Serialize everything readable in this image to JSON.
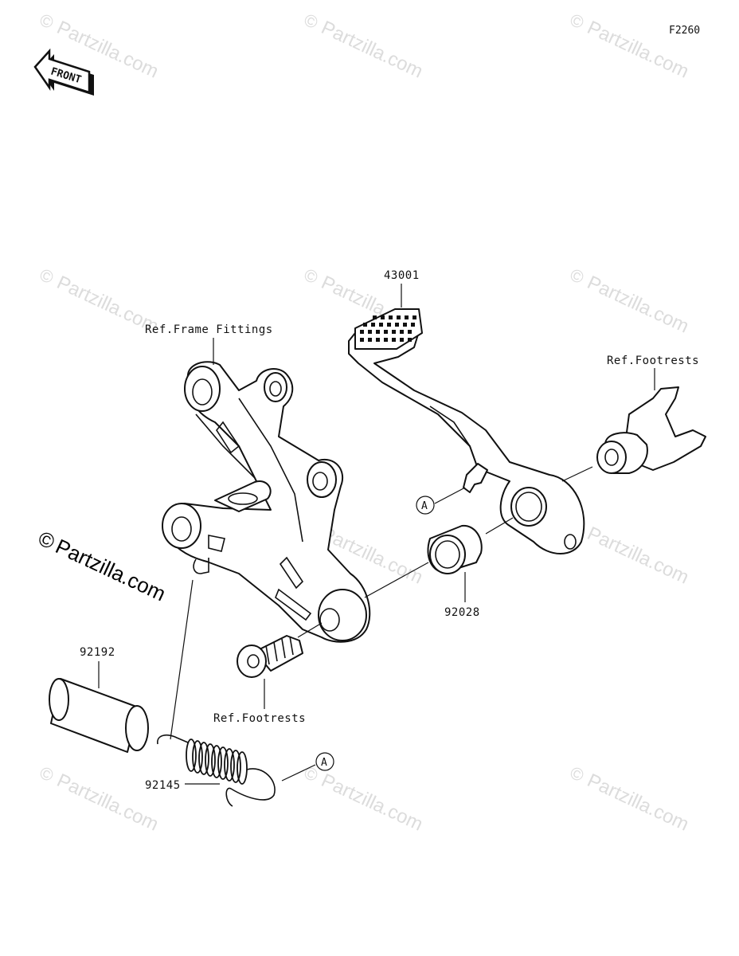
{
  "figure_code": "F2260",
  "front_label": "FRONT",
  "brand": {
    "copyright_symbol": "©",
    "name": "Partzilla.com"
  },
  "watermark_text": "Partzilla.com",
  "callout_letter": "A",
  "labels": {
    "ref_frame_fittings": "Ref.Frame Fittings",
    "part_43001": "43001",
    "ref_footrests_upper": "Ref.Footrests",
    "part_92028": "92028",
    "part_92192": "92192",
    "ref_footrests_lower": "Ref.Footrests",
    "part_92145": "92145"
  }
}
